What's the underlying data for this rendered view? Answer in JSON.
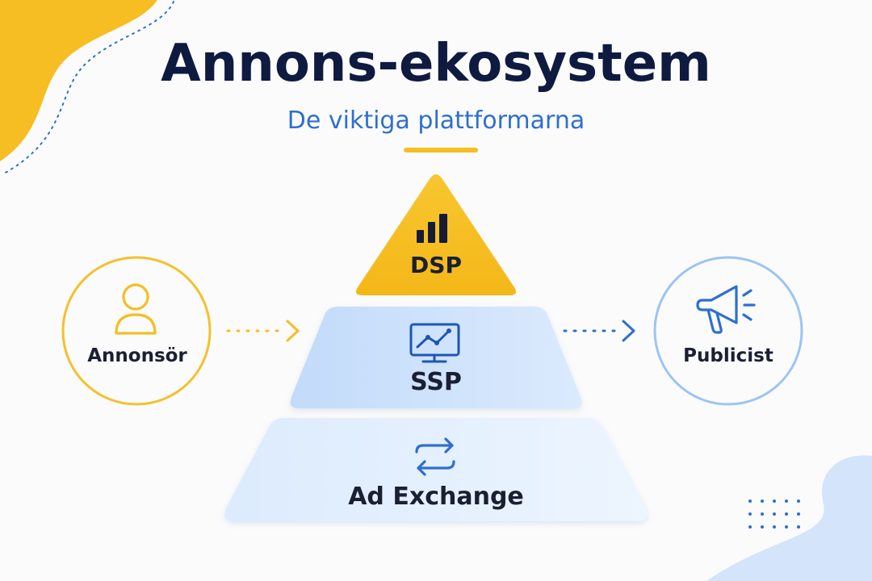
{
  "header": {
    "title": "Annons-ekosystem",
    "subtitle": "De viktiga plattformarna"
  },
  "pyramid": {
    "top": {
      "label": "DSP",
      "icon": "bar-chart-icon"
    },
    "middle": {
      "label": "SSP",
      "icon": "monitor-chart-icon"
    },
    "bottom": {
      "label": "Ad Exchange",
      "icon": "exchange-arrows-icon"
    }
  },
  "actors": {
    "left": {
      "label": "Annonsör",
      "icon": "user-icon"
    },
    "right": {
      "label": "Publicist",
      "icon": "megaphone-icon"
    }
  },
  "colors": {
    "title": "#0e1a3f",
    "accent_yellow": "#f6be22",
    "accent_blue": "#2e6fd0",
    "light_blue": "#cfe2fb",
    "pale_blue": "#e6f1fd"
  }
}
